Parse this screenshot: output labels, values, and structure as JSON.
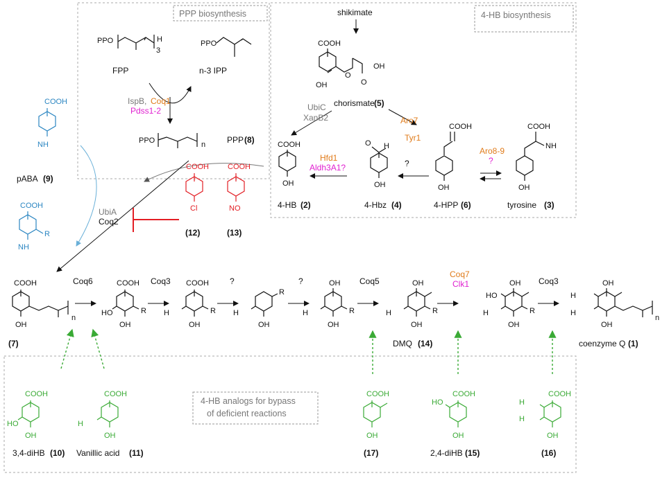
{
  "boxes": {
    "ppp_title": "PPP biosynthesis",
    "hb_title": "4-HB biosynthesis",
    "analogs_title_1": "4-HB analogs for bypass",
    "analogs_title_2": "of deficient reactions"
  },
  "ppp": {
    "fpp_sub": "3",
    "fpp_label": "FPP",
    "ipp_label": "n-3 IPP",
    "enzymes_gray": "IspB,",
    "enzymes_orange": "Coq1",
    "enzymes_magenta": "Pdss1-2",
    "ppp_sub": "n",
    "ppp_label": "PPP",
    "ppp_num": "(8)"
  },
  "hb": {
    "shikimate": "shikimate",
    "chorismate": "chorismate",
    "chorismate_num": "(5)",
    "ubic": "UbiC",
    "xanb2": "XanB2",
    "aro7": "Aro7",
    "tyr1": "Tyr1",
    "hfd1": "Hfd1",
    "aldh": "Aldh3A1?",
    "q1": "?",
    "aro89": "Aro8-9",
    "q2": "?",
    "hb_label": "4-HB",
    "hb_num": "(2)",
    "hbz_label": "4-Hbz",
    "hbz_num": "(4)",
    "hpp_label": "4-HPP",
    "hpp_num": "(6)",
    "tyr_label": "tyrosine",
    "tyr_num": "(3)"
  },
  "prenylation": {
    "pABA": "pABA",
    "pABA_num": "(9)",
    "ubia": "UbiA",
    "coq2": "Coq2",
    "num12": "(12)",
    "num13": "(13)"
  },
  "pathway": {
    "coq6": "Coq6",
    "coq3a": "Coq3",
    "q3": "?",
    "q4": "?",
    "coq5": "Coq5",
    "coq7": "Coq7",
    "clk1": "Clk1",
    "coq3b": "Coq3",
    "num7": "(7)",
    "dmq": "DMQ",
    "dmq_num": "(14)",
    "coq": "coenzyme Q",
    "coq_num": "(1)",
    "n1": "n",
    "n2": "n"
  },
  "analogs": {
    "a10": "3,4-diHB",
    "a10_num": "(10)",
    "a11": "Vanillic acid",
    "a11_num": "(11)",
    "a17_num": "(17)",
    "a15": "2,4-diHB",
    "a15_num": "(15)",
    "a16_num": "(16)"
  },
  "atoms": {
    "cooh": "COOH",
    "oh": "OH",
    "ppo": "PPO",
    "h": "H",
    "o": "O",
    "nh2": "NH",
    "no2": "NO",
    "cl": "Cl",
    "r": "R",
    "h3co": "H",
    "ho": "HO"
  },
  "colors": {
    "orange": "#e07b1a",
    "magenta": "#e020d0",
    "blue": "#2b86c2",
    "red": "#e31e24",
    "green": "#3aaa35"
  }
}
